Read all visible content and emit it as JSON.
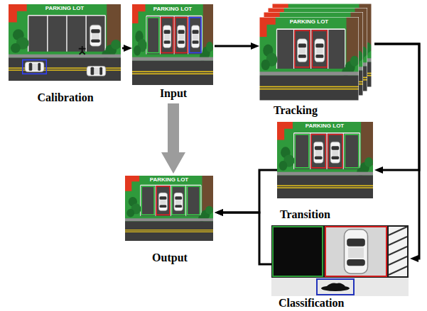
{
  "diagram": {
    "nodes": [
      {
        "text": [
          "Calibration"
        ]
      },
      {
        "text": [
          "Input"
        ]
      },
      {
        "text": [
          "Tracking"
        ]
      },
      {
        "text": [
          "Transition"
        ]
      },
      {
        "text": [
          "Output"
        ]
      },
      {
        "text": [
          "Classification"
        ]
      }
    ],
    "edges": [
      {
        "from": 0,
        "to": 1,
        "arrow": "to"
      },
      {
        "from": 1,
        "to": 2,
        "arrow": "to"
      },
      {
        "from": 1,
        "to": 4,
        "arrow": "to"
      },
      {
        "from": 2,
        "to": 3,
        "arrow": "to"
      },
      {
        "from": 2,
        "to": 5,
        "arrow": "to"
      },
      {
        "from": 3,
        "to": 4,
        "arrow": "to"
      },
      {
        "from": 5,
        "to": 4,
        "arrow": "to"
      }
    ],
    "labels": [
      "PARKING LOT",
      "PARKING LOT",
      "PARKING LOT",
      "PARKING LOT",
      "PARKING LOT"
    ]
  }
}
